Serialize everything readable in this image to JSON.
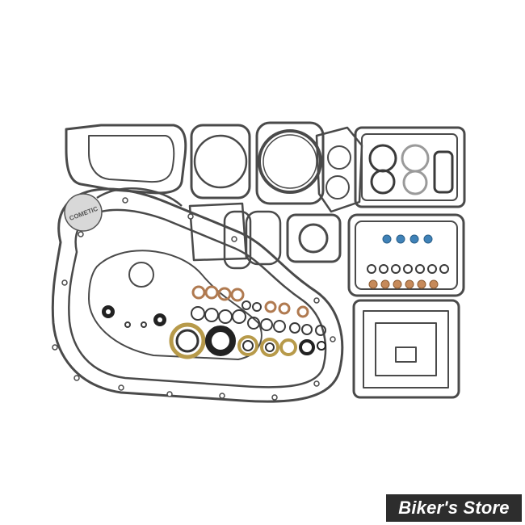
{
  "product_photo": {
    "subject": "gasket-kit",
    "background_color": "#ffffff",
    "gasket_color": "#4a4a4a",
    "copper_color": "#b07a50",
    "seal_ring_color": "#b79a4a",
    "blue_seal_color": "#3f82b8",
    "logo_text": "COMETIC"
  },
  "watermark": {
    "text": "Biker's Store",
    "background_color": "#2d2d2d",
    "text_color": "#ffffff"
  }
}
